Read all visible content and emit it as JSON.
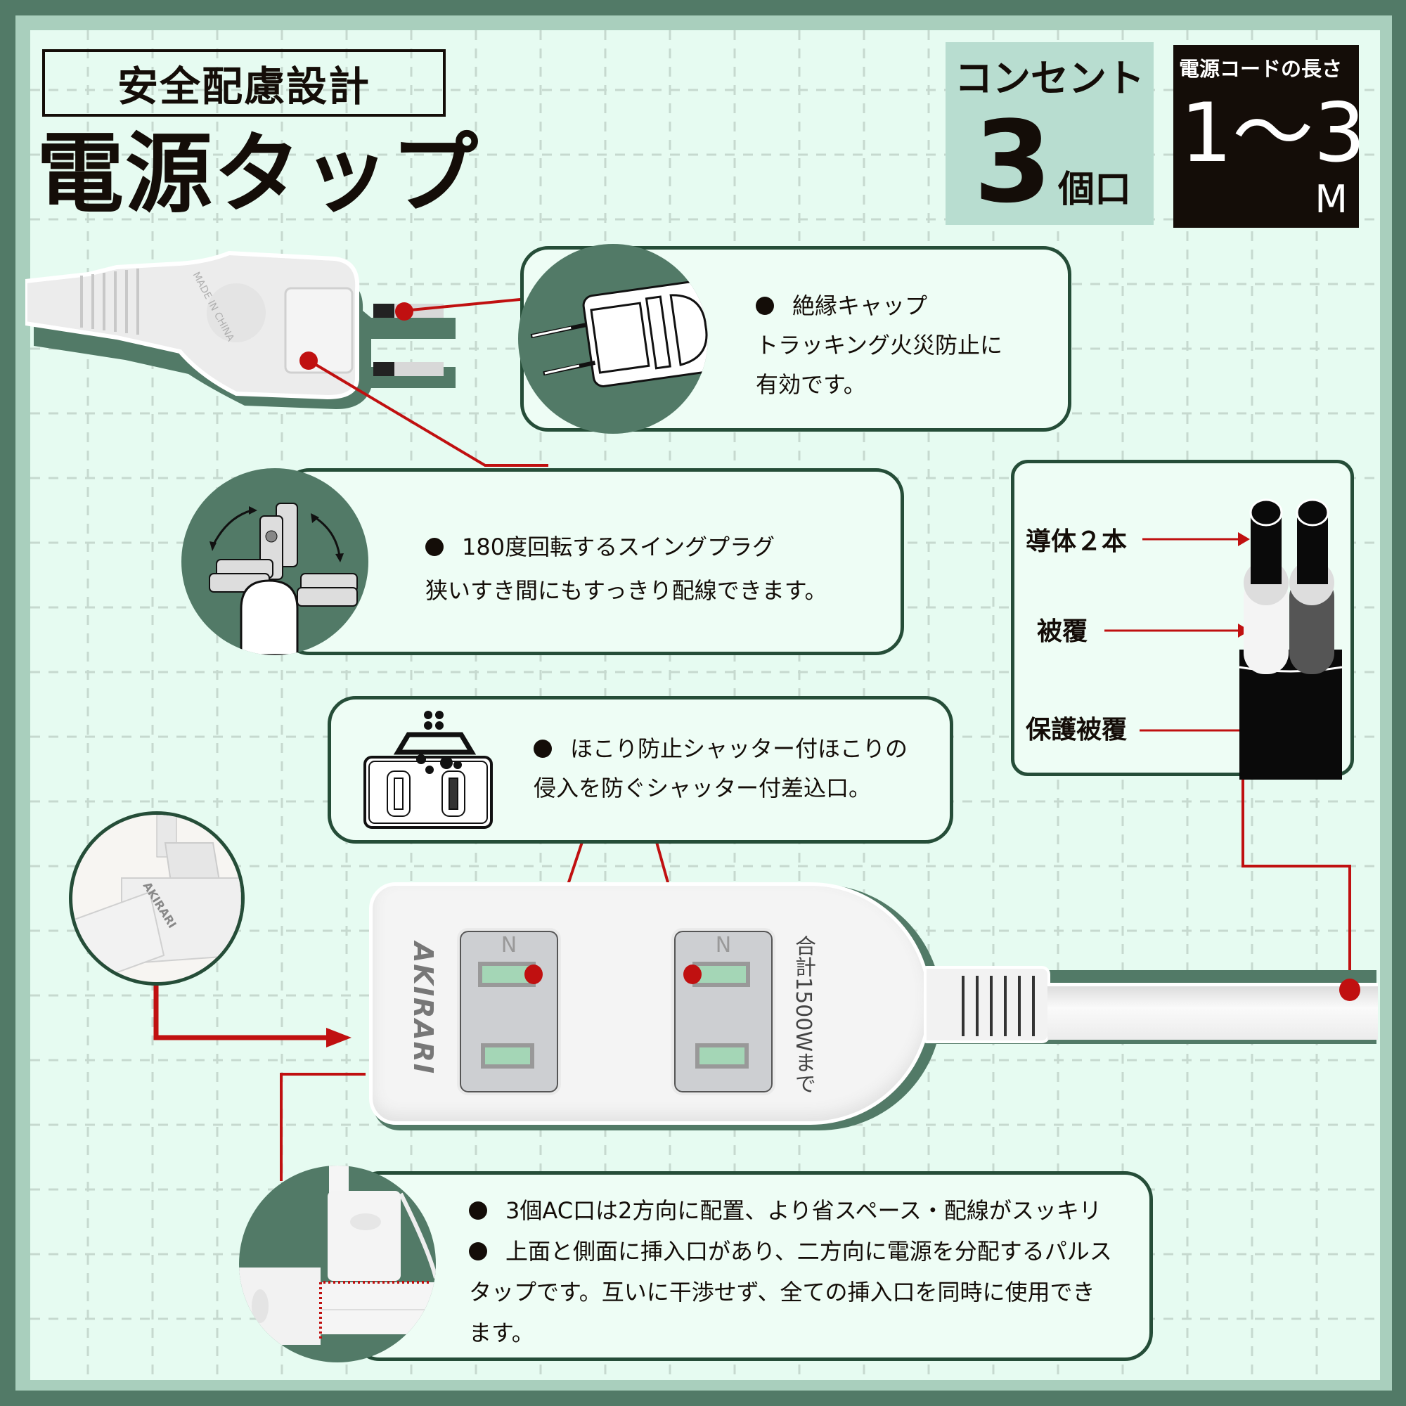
{
  "header": {
    "subtitle": "安全配慮設計",
    "title": "電源タップ"
  },
  "outlet_badge": {
    "label": "コンセント",
    "count": "3",
    "unit": "個口"
  },
  "cord_badge": {
    "label": "電源コードの長さ",
    "range": "1〜3",
    "unit": "M"
  },
  "features": {
    "insulation_cap": {
      "title": "絶縁キャップ",
      "line2": "トラッキング火災防止に",
      "line3": "有効です。"
    },
    "swing_plug": {
      "title": "180度回転するスイングプラグ",
      "line2": "狭いすき間にもすっきり配線できます。"
    },
    "dust_shutter": {
      "title": "ほこり防止シャッター付ほこりの",
      "line2": "侵入を防ぐシャッター付差込口。"
    },
    "two_direction": {
      "item1": "3個AC口は2方向に配置、より省スペース・配線がスッキリ",
      "item2": "上面と側面に挿入口があり、二方向に電源を分配するパルス",
      "item2_line2": "タップです。互いに干渉せず、全ての挿入口を同時に使用でき",
      "item2_line3": "ます。"
    }
  },
  "cable_diagram": {
    "conductor": "導体２本",
    "insulation": "被覆",
    "sheath": "保護被覆"
  },
  "product": {
    "brand": "AKIRARI",
    "rating": "合計1500Wまで",
    "outlet_mark": "N",
    "plug_print": "MADE IN CHINA"
  },
  "colors": {
    "frame_dark": "#527a67",
    "frame_light": "#a9cfbd",
    "background": "#e6fbf1",
    "card_border": "#254d38",
    "accent_red": "#c01010",
    "ink": "#140d08",
    "badge_green": "#b8ddd0"
  }
}
